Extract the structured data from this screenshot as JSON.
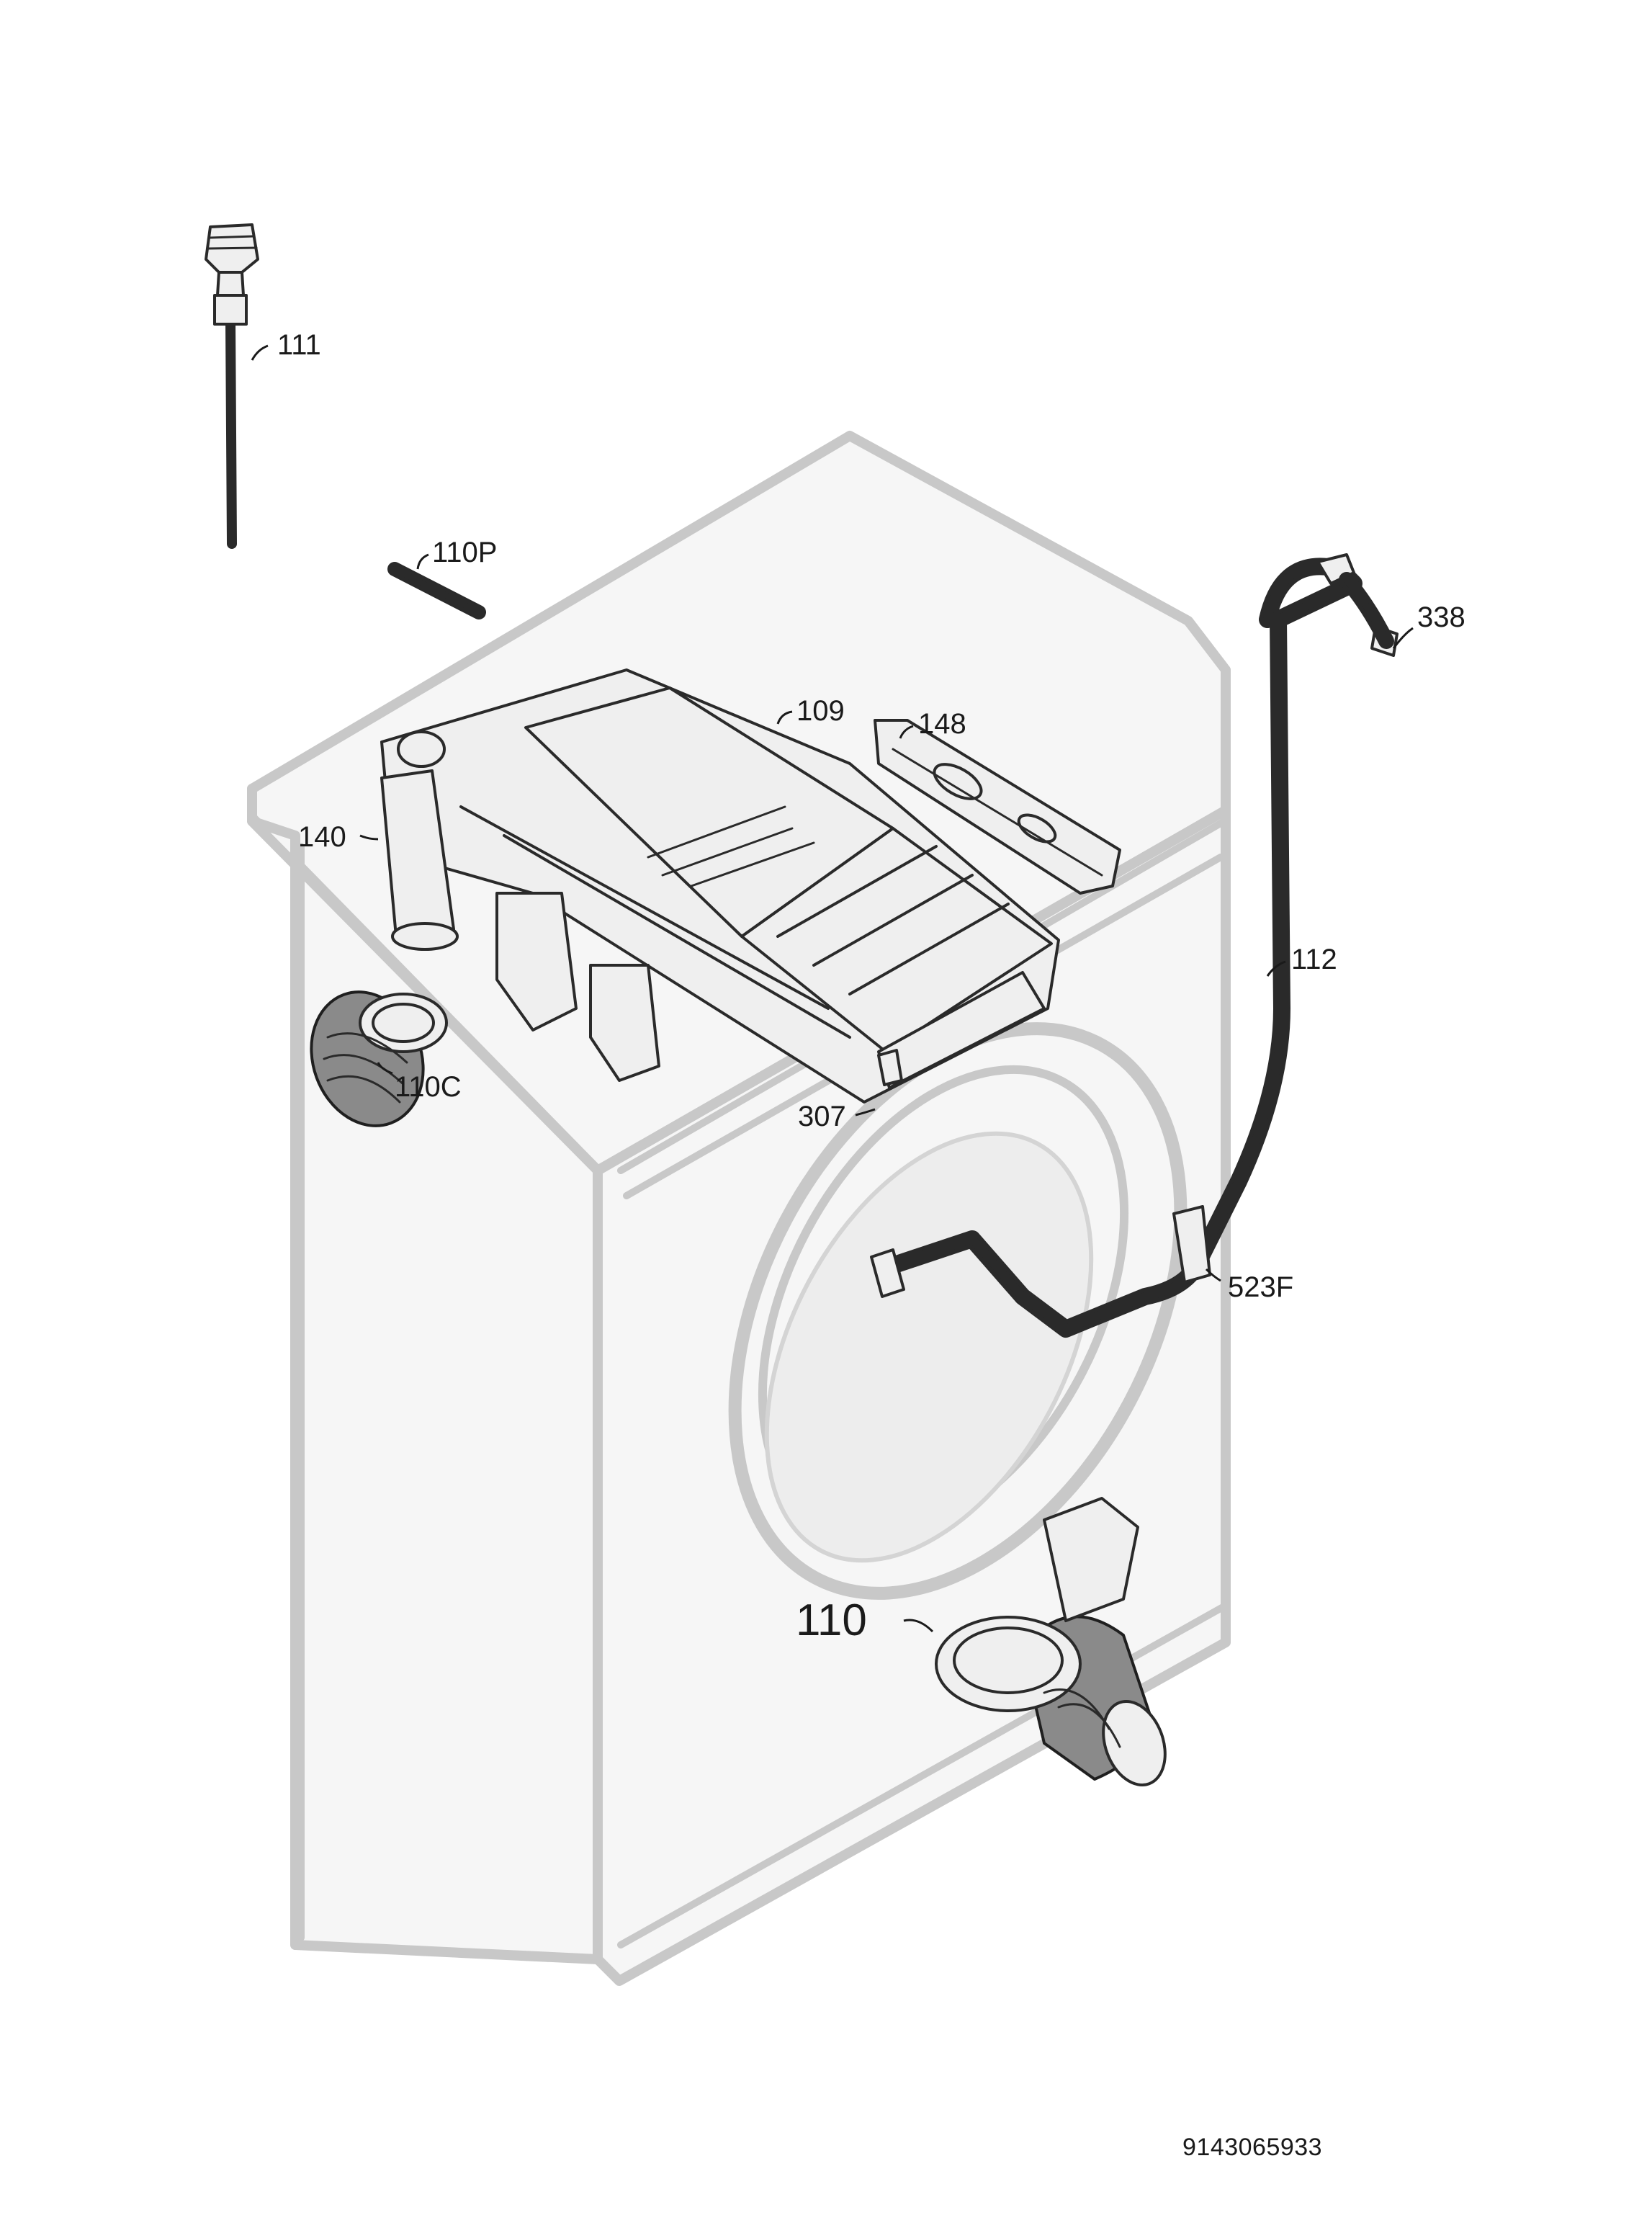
{
  "callouts": {
    "p111": "111",
    "p110p": "110P",
    "p338": "338",
    "p109": "109",
    "p148": "148",
    "p140": "140",
    "p112": "112",
    "p110c": "110C",
    "p307": "307",
    "p523f": "523F",
    "p110": "110"
  },
  "document_number": "9143065933"
}
